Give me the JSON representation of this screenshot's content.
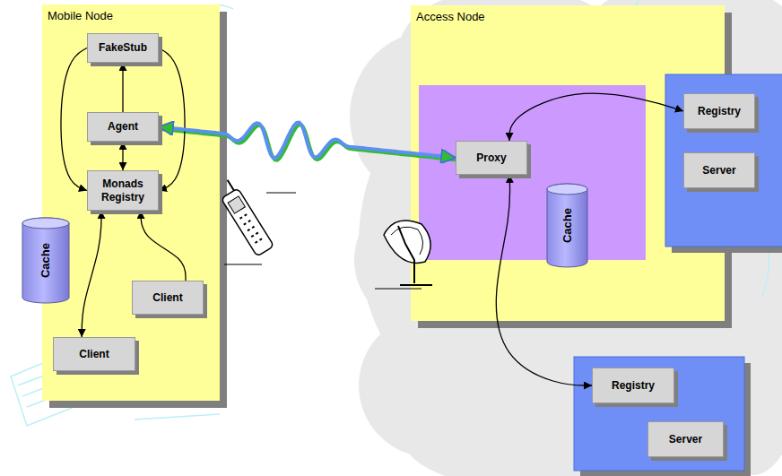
{
  "diagram": {
    "nodes": [
      {
        "text": [
          "Mobile Node"
        ]
      },
      {
        "text": [
          "FakeStub"
        ],
        "in": 0
      },
      {
        "text": [
          "Agent"
        ],
        "in": 0
      },
      {
        "text": [
          "Monads Registry"
        ],
        "in": 0
      },
      {
        "text": [
          "Cache"
        ],
        "in": 0
      },
      {
        "text": [
          "Client"
        ],
        "in": 0
      },
      {
        "text": [
          "Client"
        ],
        "in": 0
      },
      {
        "text": [
          "Access Node"
        ]
      },
      {
        "text": [
          "Proxy"
        ],
        "in": 7
      },
      {
        "text": [
          "Cache"
        ],
        "in": 7
      },
      {
        "text": [
          "Registry"
        ]
      },
      {
        "text": [
          "Server"
        ]
      },
      {
        "text": [
          "Registry"
        ]
      },
      {
        "text": [
          "Server"
        ]
      }
    ],
    "edges": [
      {
        "from": 2,
        "to": 1,
        "arrow": "to"
      },
      {
        "from": 2,
        "to": 3,
        "arrow": "both"
      },
      {
        "from": 1,
        "to": 3,
        "arrow": "to"
      },
      {
        "from": 1,
        "to": 3,
        "arrow": "to"
      },
      {
        "from": 5,
        "to": 3,
        "arrow": "to"
      },
      {
        "from": 6,
        "to": 3,
        "arrow": "both"
      },
      {
        "from": 2,
        "to": 8,
        "arrow": "both"
      },
      {
        "from": 8,
        "to": 10,
        "arrow": "both"
      },
      {
        "from": 8,
        "to": 12,
        "arrow": "both"
      }
    ]
  }
}
